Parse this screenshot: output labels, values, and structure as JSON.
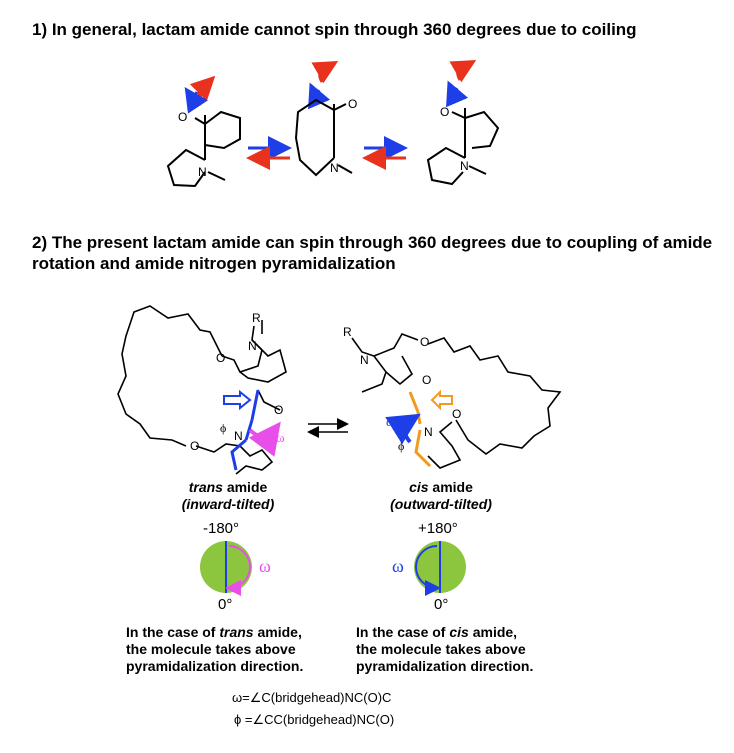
{
  "section1": {
    "heading": "1) In general, lactam amide cannot spin through 360 degrees due to coiling"
  },
  "section2": {
    "heading": "2) The present lactam amide can spin through 360 degrees due to coupling of amide rotation and amide nitrogen pyramidalization",
    "trans": {
      "caption_italic": "trans",
      "caption_rest": " amide",
      "tilt": "(inward-tilted)",
      "angle_top": "-180°",
      "angle_bottom": "0°",
      "omega": "ω",
      "case_pre": "In the case of ",
      "case_italic": "trans",
      "case_post": " amide,",
      "case_line2": "the molecule takes above",
      "case_line3": "pyramidalization direction."
    },
    "cis": {
      "caption_italic": "cis",
      "caption_rest": " amide",
      "tilt": "(outward-tilted)",
      "angle_top": "+180°",
      "angle_bottom": "0°",
      "omega": "ω",
      "case_pre": "In the case of ",
      "case_italic": "cis",
      "case_post": " amide,",
      "case_line2": "the molecule takes above",
      "case_line3": "pyramidalization direction."
    },
    "atoms": {
      "O": "O",
      "N": "N",
      "R": "R",
      "omega": "ω",
      "phi": "ϕ"
    },
    "definitions": {
      "omega": "ω=∠C(bridgehead)NC(O)C",
      "phi": "ϕ =∠CC(bridgehead)NC(O)"
    }
  },
  "colors": {
    "red": "#e8321e",
    "blue": "#1e3ee8",
    "green": "#8cc63f",
    "magenta": "#e84fe8",
    "orange": "#f39a1e"
  }
}
